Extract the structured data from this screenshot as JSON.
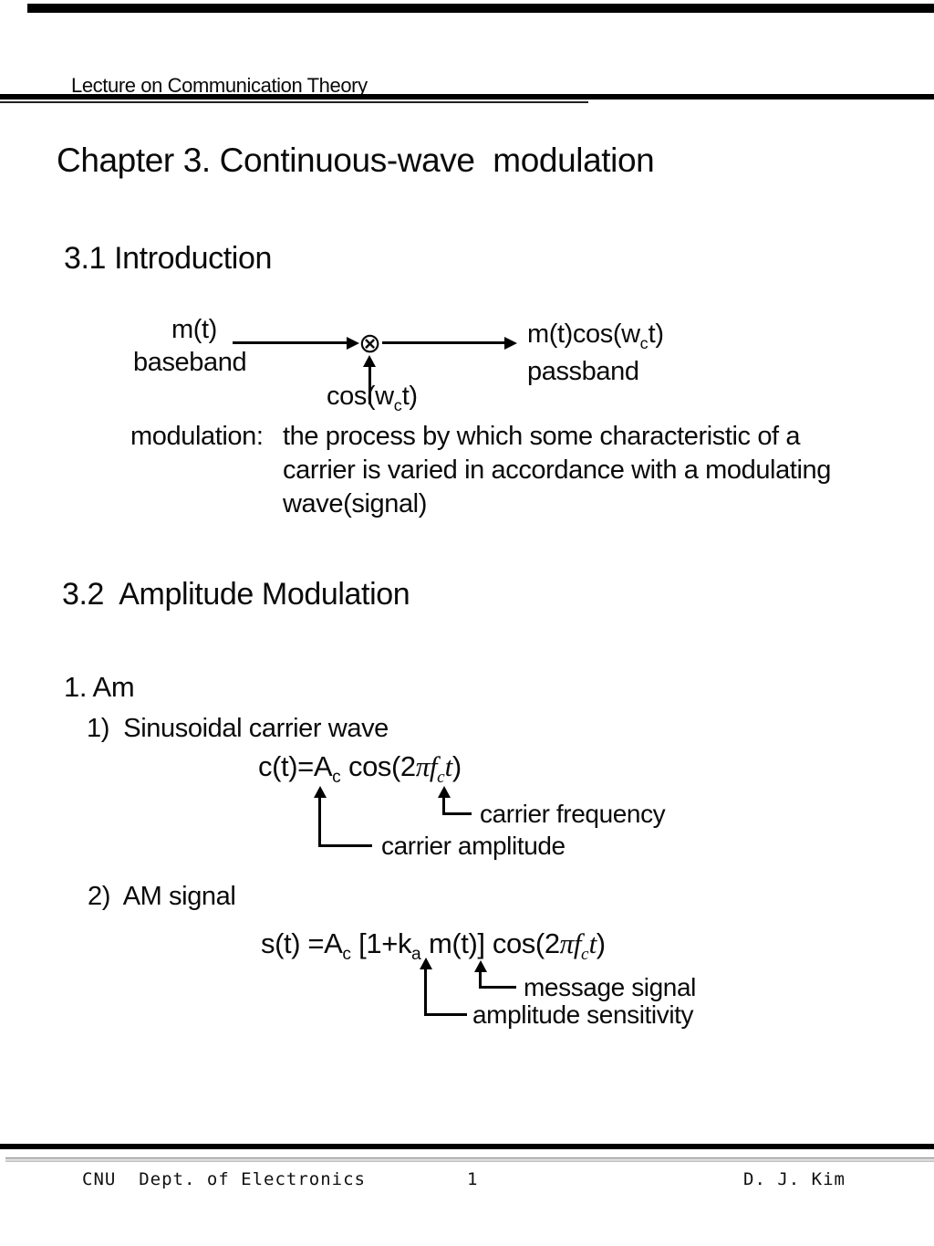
{
  "page": {
    "header_title": "Lecture on Communication Theory",
    "chapter_title": "Chapter 3. Continuous-wave  modulation"
  },
  "section_31": {
    "heading": "3.1 Introduction",
    "diagram": {
      "input_label": "m(t)",
      "input_sublabel": "baseband",
      "multiplier_symbol": "⊗",
      "carrier_pre": "cos(w",
      "carrier_sub": "c",
      "carrier_post": "t)",
      "output_pre": "m(t)cos(w",
      "output_sub": "c",
      "output_post": "t)",
      "output_sublabel": "passband"
    },
    "definition": {
      "term": "modulation:",
      "line1": "the process by which some characteristic of a",
      "line2": "carrier is varied in accordance with a modulating",
      "line3": "wave(signal)"
    }
  },
  "section_32": {
    "heading": "3.2  Amplitude Modulation",
    "item1_label": "1. Am",
    "sub1_label": "1)  Sinusoidal carrier wave",
    "eq1": {
      "p1": "c(t)=A",
      "s1": "c",
      "p2": " cos(2",
      "pi": "π",
      "p3": "f",
      "s2": "c",
      "p4": "t",
      "p5": ")"
    },
    "callout_frequency": "carrier frequency",
    "callout_amplitude": "carrier amplitude",
    "sub2_label": "2)  AM signal",
    "eq2": {
      "p1": "s(t) =A",
      "s1": "c",
      "p2": " [1+k",
      "s2": "a",
      "p3": " m(t)] cos(2",
      "pi": "π",
      "p4": "f",
      "s3": "c",
      "p5": "t",
      "p6": ")"
    },
    "callout_message": "message signal",
    "callout_sensitivity": "amplitude sensitivity"
  },
  "footer": {
    "left": "CNU  Dept. of Electronics",
    "page_number": "1",
    "right": "D. J. Kim"
  }
}
